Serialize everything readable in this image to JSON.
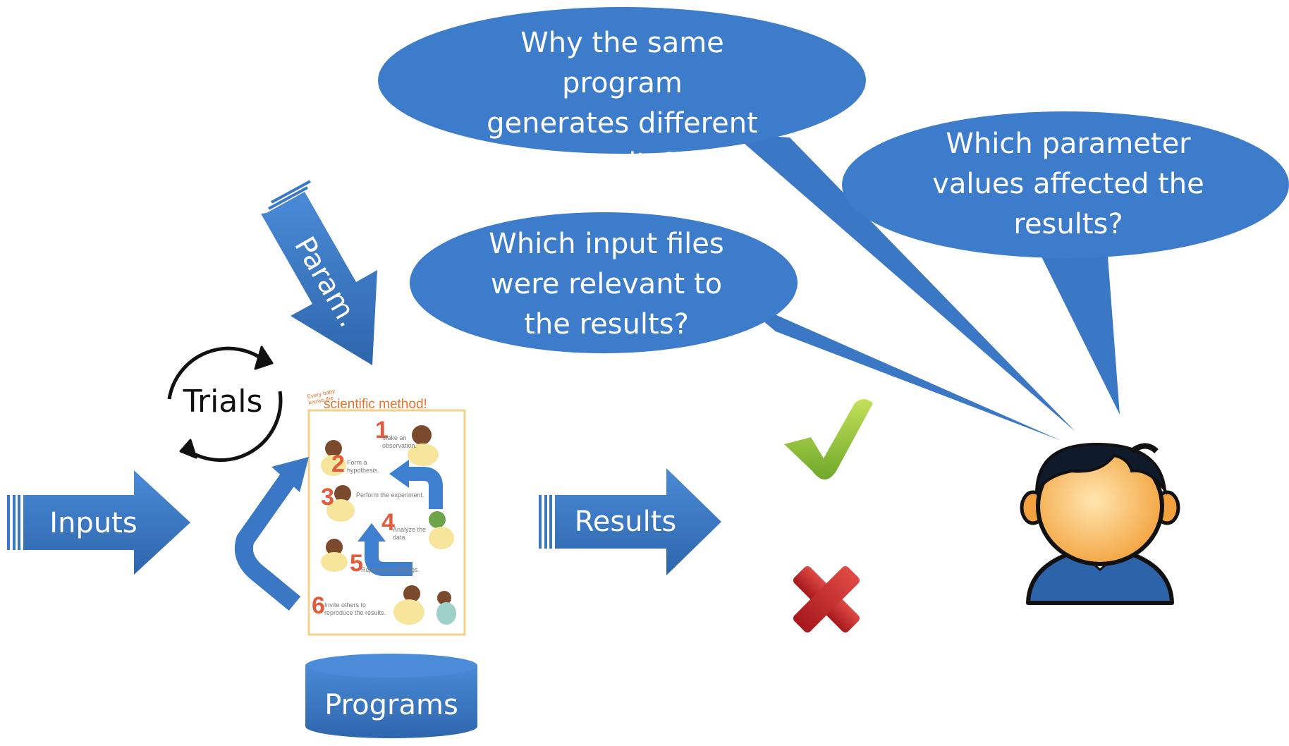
{
  "bubbles": {
    "same_program": "Why the same program generates different results?",
    "parameters": "Which parameter values affected the results?",
    "input_files": "Which input files were relevant to the results?"
  },
  "arrows": {
    "param": "Param.",
    "inputs": "Inputs",
    "results": "Results"
  },
  "trials": "Trials",
  "programs": "Programs",
  "poster": {
    "kicker": "Every baby knows the",
    "title": "scientific method!",
    "steps": [
      {
        "num": "1",
        "text": "Make an observation."
      },
      {
        "num": "2",
        "text": "Form a hypothesis."
      },
      {
        "num": "3",
        "text": "Perform the experiment."
      },
      {
        "num": "4",
        "text": "Analyze the data."
      },
      {
        "num": "5",
        "text": "Report your findings."
      },
      {
        "num": "6",
        "text": "Invite others to reproduce the results."
      }
    ]
  },
  "outcomes": {
    "success_icon": "green-checkmark-icon",
    "failure_icon": "red-cross-icon"
  },
  "user_icon": "user-avatar-icon",
  "colors": {
    "shape_blue": "#3a78c6",
    "shape_blue_dark": "#2e64a8",
    "check_green": "#8cc63f",
    "cross_red": "#c8262b",
    "title_orange": "#e8742c",
    "step_red": "#e25b3c"
  }
}
